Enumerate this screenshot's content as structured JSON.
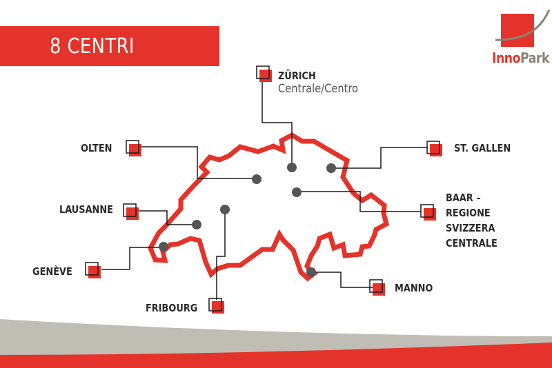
{
  "header": {
    "title": "8 CENTRI"
  },
  "logo": {
    "part1": "Inno",
    "part2": "Park"
  },
  "colors": {
    "accent": "#e4332a",
    "grey_band": "#bfbdb4",
    "dot": "#555555",
    "line": "#1a1a1a"
  },
  "centers": [
    {
      "id": "zurich",
      "name": "ZÜRICH",
      "subtitle": "Centrale/Centro"
    },
    {
      "id": "olten",
      "name": "OLTEN"
    },
    {
      "id": "st-gallen",
      "name": "ST. GALLEN"
    },
    {
      "id": "lausanne",
      "name": "LAUSANNE"
    },
    {
      "id": "baar",
      "name_lines": [
        "BAAR –",
        "REGIONE",
        "SVIZZERA",
        "CENTRALE"
      ]
    },
    {
      "id": "geneve",
      "name": "GENÈVE"
    },
    {
      "id": "manno",
      "name": "MANNO"
    },
    {
      "id": "fribourg",
      "name": "FRIBOURG"
    }
  ]
}
